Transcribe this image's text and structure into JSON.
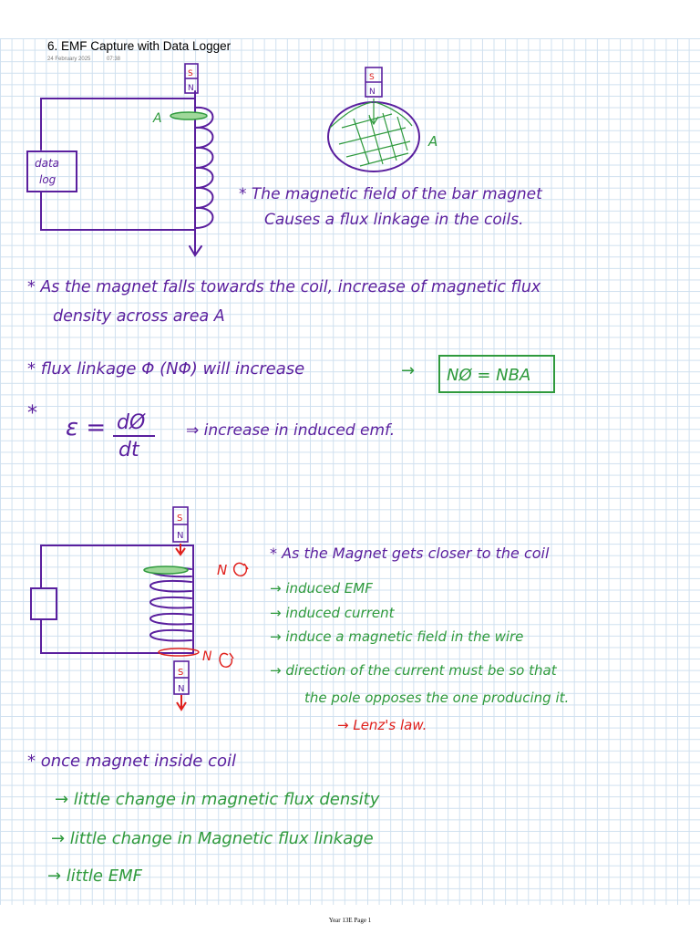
{
  "page": {
    "title": "6. EMF Capture with Data Logger",
    "date": "24 February 2025",
    "time": "07:38",
    "footer": "Year 13E Page 1"
  },
  "colors": {
    "ink_purple": "#5a1f9e",
    "ink_green": "#2f9a3d",
    "ink_red": "#e0201c",
    "grid": "#cfe0ef"
  },
  "diagram1": {
    "magnet_s": "S",
    "magnet_n": "N",
    "box_line1": "data",
    "box_line2": "log",
    "area_label": "A",
    "side_magnet_s": "S",
    "side_magnet_n": "N",
    "side_area_label": "A"
  },
  "notes1": {
    "star1_line1": "* The magnetic field of the bar magnet",
    "star1_line2": "Causes a flux linkage in the coils.",
    "star2_line1": "* As the magnet falls towards the coil, increase of magnetic flux",
    "star2_line2": "density across area A",
    "star3_text": "* flux linkage Φ (NΦ) will increase",
    "star3_arrow": "→",
    "star3_box": "NØ = NBA",
    "star4_star": "*",
    "star4_emf": "ε =",
    "star4_num": "dØ",
    "star4_den": "dt",
    "star4_result": "⇒ increase in induced emf."
  },
  "diagram2": {
    "top_magnet_s": "S",
    "top_magnet_n": "N",
    "top_pole": "N",
    "bottom_magnet_s": "S",
    "bottom_magnet_n": "N",
    "bottom_pole": "N"
  },
  "notes2": {
    "heading": "* As the Magnet gets closer to the coil",
    "items": [
      "→ induced EMF",
      "→ induced current",
      "→ induce a magnetic field in the wire",
      "→ direction of the current must be so that",
      "the pole opposes the one producing it."
    ],
    "lenz": "→ Lenz's law."
  },
  "notes3": {
    "heading": "* once magnet inside coil",
    "items": [
      "→ little change in magnetic flux density",
      "→ little change in Magnetic flux linkage",
      "→ little EMF"
    ]
  }
}
